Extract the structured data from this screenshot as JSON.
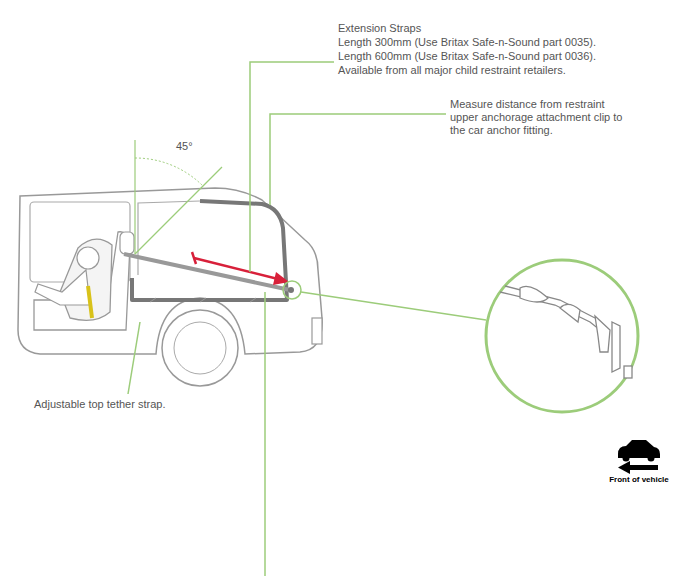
{
  "diagram": {
    "labels": [
      "Extension Straps",
      "Length 300mm (Use Britax Safe-n-Sound part 0035).",
      "Length 600mm (Use Britax Safe-n-Sound part 0036).",
      "Available from all major child restraint retailers.",
      "Measure distance from restraint upper anchorage attachment clip to the car anchor fitting.",
      "45°",
      "Adjustable top tether strap.",
      "Front of vehicle"
    ]
  }
}
